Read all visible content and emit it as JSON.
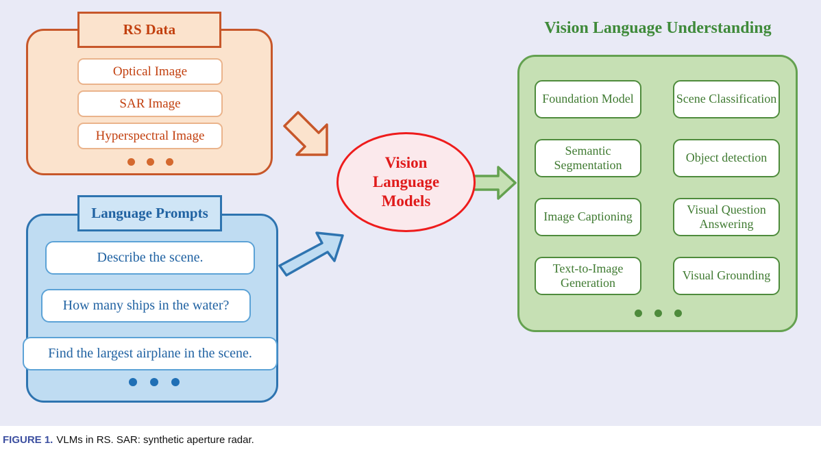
{
  "figure": {
    "caption_label": "FIGURE 1.",
    "caption_text": "VLMs in RS. SAR: synthetic aperture radar."
  },
  "colors": {
    "background": "#e9eaf6",
    "orange_border": "#c7572a",
    "orange_fill": "#fbe3cd",
    "orange_text": "#c2400f",
    "blue_border": "#2e74b0",
    "blue_fill": "#bfdcf2",
    "blue_text": "#2062a2",
    "green_border": "#64a150",
    "green_fill": "#c6e0b4",
    "green_text": "#3f7a31",
    "red_accent": "#e01b1b",
    "ellipse_fill": "#fbe9ec",
    "caption_label_color": "#3c4fa0"
  },
  "rs_data": {
    "title": "RS Data",
    "items": [
      {
        "label": "Optical Image"
      },
      {
        "label": "SAR Image"
      },
      {
        "label": "Hyperspectral Image"
      }
    ],
    "ellipsis": "• • •"
  },
  "language_prompts": {
    "title": "Language Prompts",
    "items": [
      {
        "label": "Describe the scene."
      },
      {
        "label": "How many ships in the water?"
      },
      {
        "label": "Find the largest airplane in the scene."
      }
    ],
    "ellipsis": "• • •"
  },
  "vlm": {
    "line1": "Vision",
    "line2": "Language",
    "line3": "Models"
  },
  "vision_language_understanding": {
    "title": "Vision Language Understanding",
    "items": [
      {
        "label": "Foundation Model"
      },
      {
        "label": "Scene Classification"
      },
      {
        "label": "Semantic Segmentation"
      },
      {
        "label": "Object detection"
      },
      {
        "label": "Image Captioning"
      },
      {
        "label": "Visual Question Answering"
      },
      {
        "label": "Text-to-Image Generation"
      },
      {
        "label": "Visual Grounding"
      }
    ],
    "ellipsis": "• • •"
  },
  "arrows": [
    {
      "name": "rs-to-vlm-arrow",
      "direction": "down-right",
      "color": "#c7572a"
    },
    {
      "name": "prompts-to-vlm-arrow",
      "direction": "up-right",
      "color": "#2e74b0"
    },
    {
      "name": "vlm-to-vlu-arrow",
      "direction": "right",
      "color": "#64a150"
    }
  ]
}
